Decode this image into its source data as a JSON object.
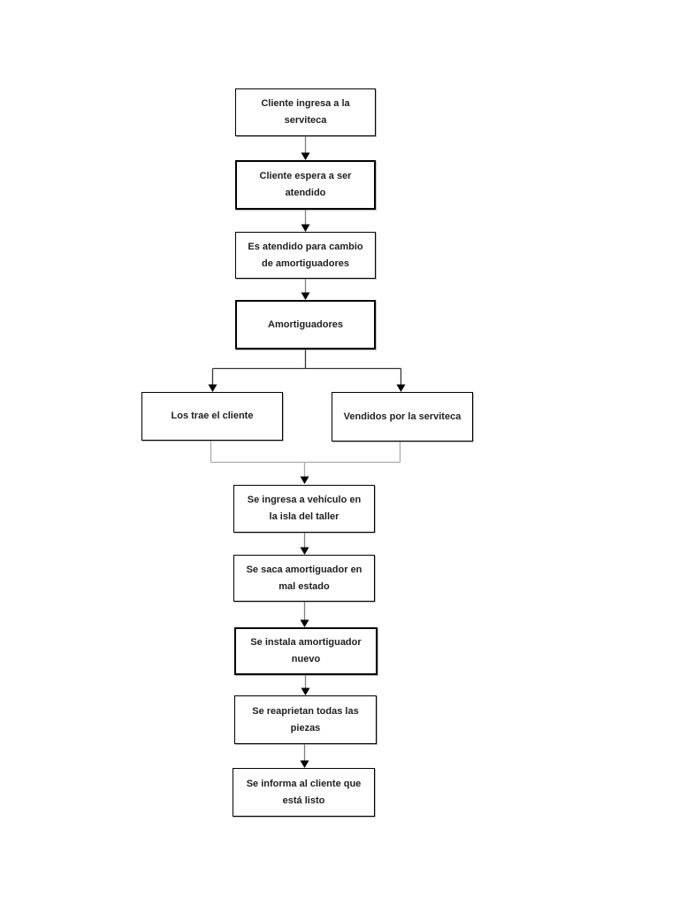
{
  "page": {
    "background": "#ffffff"
  },
  "colors": {
    "page_background": "#ffffff",
    "box_fill": "#ffffff",
    "box_border": "#000000",
    "text": "#1f1f1f",
    "connector_line": "#7f7f7f",
    "split_line": "#363636",
    "merge_line": "#ababab",
    "arrowhead": "#000000"
  },
  "flowchart": {
    "type": "flowchart",
    "language": "es",
    "nodes": [
      {
        "id": "cliente-ingresa",
        "label": "Cliente ingresa a la\nserviteca"
      },
      {
        "id": "cliente-espera",
        "label": "Cliente espera a ser\natendido"
      },
      {
        "id": "es-atendido",
        "label": "Es atendido para cambio\nde amortiguadores"
      },
      {
        "id": "amortiguadores",
        "label": "Amortiguadores"
      },
      {
        "id": "los-trae-el-cliente",
        "label": "Los trae el cliente"
      },
      {
        "id": "vendidos-por-serviteca",
        "label": "Vendidos por la serviteca"
      },
      {
        "id": "se-ingresa-vehiculo",
        "label": "Se ingresa a vehículo en\nla isla del taller"
      },
      {
        "id": "se-saca-amortiguador",
        "label": "Se saca amortiguador en\nmal estado"
      },
      {
        "id": "se-instala-amortiguador",
        "label": "Se instala amortiguador\nnuevo"
      },
      {
        "id": "se-reaprietan-piezas",
        "label": "Se reaprietan todas las\npiezas"
      },
      {
        "id": "se-informa-cliente",
        "label": "Se informa al cliente que\nestá listo"
      }
    ],
    "edges": [
      {
        "from": "cliente-ingresa",
        "to": "cliente-espera"
      },
      {
        "from": "cliente-espera",
        "to": "es-atendido"
      },
      {
        "from": "es-atendido",
        "to": "amortiguadores"
      },
      {
        "from": "amortiguadores",
        "to": "los-trae-el-cliente"
      },
      {
        "from": "amortiguadores",
        "to": "vendidos-por-serviteca"
      },
      {
        "from": "los-trae-el-cliente",
        "to": "se-ingresa-vehiculo"
      },
      {
        "from": "vendidos-por-serviteca",
        "to": "se-ingresa-vehiculo"
      },
      {
        "from": "se-ingresa-vehiculo",
        "to": "se-saca-amortiguador"
      },
      {
        "from": "se-saca-amortiguador",
        "to": "se-instala-amortiguador"
      },
      {
        "from": "se-instala-amortiguador",
        "to": "se-reaprietan-piezas"
      },
      {
        "from": "se-reaprietan-piezas",
        "to": "se-informa-cliente"
      }
    ]
  }
}
